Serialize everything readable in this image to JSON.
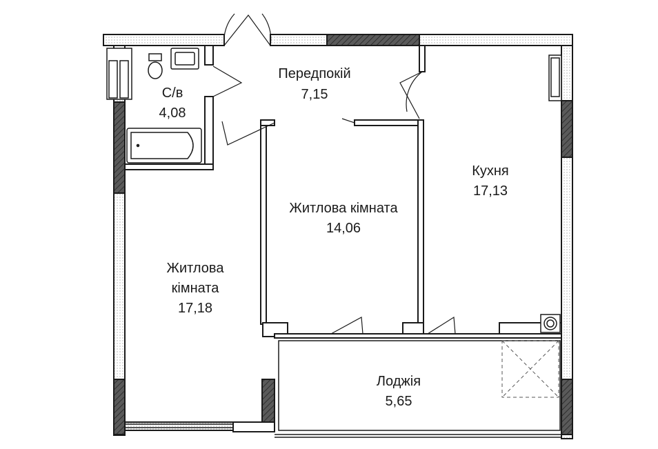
{
  "rooms": {
    "hallway": {
      "name": "Передпокій",
      "area": "7,15"
    },
    "bathroom": {
      "name": "С/в",
      "area": "4,08"
    },
    "living_mid": {
      "name": "Житлова кімната",
      "area": "14,06"
    },
    "kitchen": {
      "name": "Кухня",
      "area": "17,13"
    },
    "living_left": {
      "name_line1": "Житлова",
      "name_line2": "кімната",
      "area": "17,18"
    },
    "loggia": {
      "name": "Лоджія",
      "area": "5,65"
    }
  },
  "colors": {
    "wall": "#4a4a4a",
    "wall_outline": "#1a1a1a",
    "fixture": "#333333",
    "background": "#ffffff"
  }
}
